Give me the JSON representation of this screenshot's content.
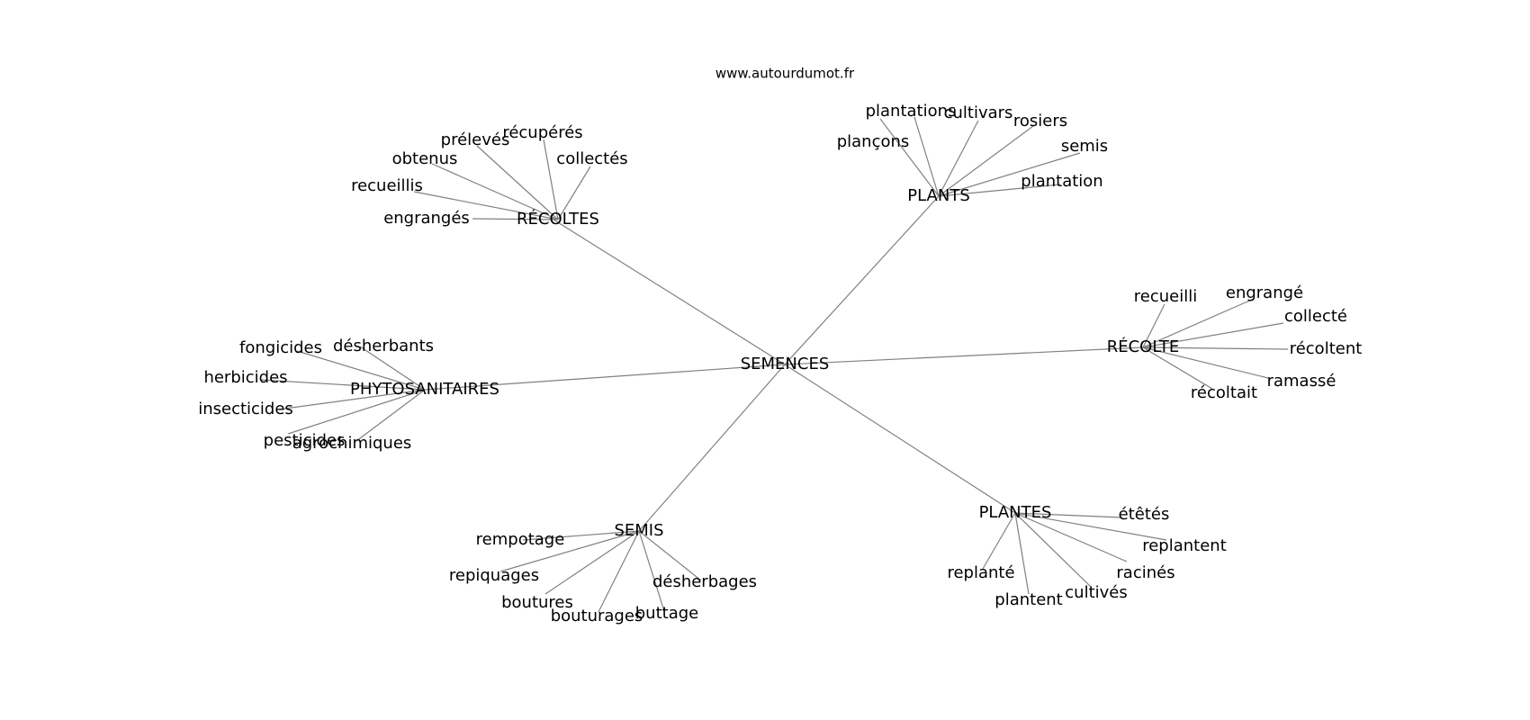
{
  "site": "www.autourdumot.fr",
  "root": "SEMENCES",
  "groups": [
    {
      "label": "RÉCOLTES",
      "leaves": [
        "engrangés",
        "recueillis",
        "obtenus",
        "prélevés",
        "récupérés",
        "collectés"
      ]
    },
    {
      "label": "PLANTS",
      "leaves": [
        "plançons",
        "plantations",
        "cultivars",
        "rosiers",
        "semis",
        "plantation"
      ]
    },
    {
      "label": "RÉCOLTE",
      "leaves": [
        "recueilli",
        "engrangé",
        "collecté",
        "récoltent",
        "ramassé",
        "récoltait"
      ]
    },
    {
      "label": "PHYTOSANITAIRES",
      "leaves": [
        "fongicides",
        "désherbants",
        "herbicides",
        "insecticides",
        "pesticides",
        "agrochimiques"
      ]
    },
    {
      "label": "SEMIS",
      "leaves": [
        "rempotage",
        "repiquages",
        "boutures",
        "bouturages",
        "buttage",
        "désherbages"
      ]
    },
    {
      "label": "PLANTES",
      "leaves": [
        "étêtés",
        "replantent",
        "racinés",
        "cultivés",
        "plantent",
        "replanté"
      ]
    }
  ]
}
